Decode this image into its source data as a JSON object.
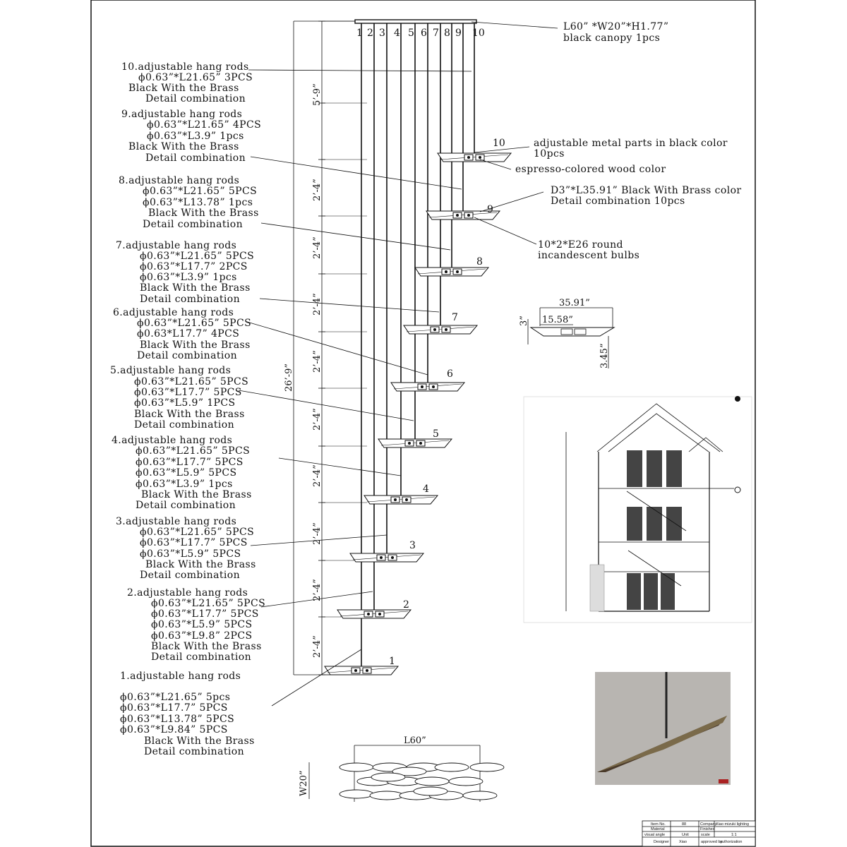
{
  "canopy": {
    "rod_numbers": [
      "1",
      "2",
      "3",
      "4",
      "5",
      "6",
      "7",
      "8",
      "9",
      "10"
    ],
    "spec_line1": "L60” *W20”*H1.77”",
    "spec_line2": "black canopy 1pcs"
  },
  "dims": {
    "overall_height": "26’-9”",
    "top_drop": "5’-9”",
    "spacing": "2’-4”"
  },
  "callouts": {
    "metal_label": "10",
    "metal_line1": "adjustable metal parts in black color",
    "metal_line2": "10pcs",
    "wood": "espresso-colored wood  color",
    "fixture_label": "9",
    "fixture_line1": "D3”*L35.91” Black  With Brass color",
    "fixture_line2": "Detail combination 10pcs",
    "bulbs_line1": "10*2*E26 round",
    "bulbs_line2": "incandescent bulbs"
  },
  "fixture_numbers": [
    "1",
    "2",
    "3",
    "4",
    "5",
    "6",
    "7",
    "8"
  ],
  "rod_groups": [
    {
      "title": "10.adjustable hang rods",
      "lines": [
        "ϕ0.63”*L21.65”  3PCS",
        "Black With the Brass",
        "Detail combination"
      ]
    },
    {
      "title": "9.adjustable hang rods",
      "lines": [
        "ϕ0.63”*L21.65”  4PCS",
        "ϕ0.63”*L3.9”  1pcs",
        "Black With the Brass",
        "Detail combination"
      ]
    },
    {
      "title": "8.adjustable hang rods",
      "lines": [
        "ϕ0.63”*L21.65”  5PCS",
        "ϕ0.63”*L13.78”  1pcs",
        "Black With the Brass",
        "Detail combination"
      ]
    },
    {
      "title": "7.adjustable hang rods",
      "lines": [
        "ϕ0.63”*L21.65”  5PCS",
        "ϕ0.63”*L17.7”  2PCS",
        "ϕ0.63”*L3.9”  1pcs",
        "Black With the Brass",
        "Detail combination"
      ]
    },
    {
      "title": "6.adjustable hang rods",
      "lines": [
        "ϕ0.63”*L21.65”  5PCS",
        "ϕ0.63*L17.7”  4PCS",
        "Black With the Brass",
        "Detail combination"
      ]
    },
    {
      "title": "5.adjustable hang rods",
      "lines": [
        "ϕ0.63”*L21.65”  5PCS",
        "ϕ0.63”*L17.7”  5PCS",
        "ϕ0.63”*L5.9”  1PCS",
        "Black With the Brass",
        "Detail combination"
      ]
    },
    {
      "title": "4.adjustable hang rods",
      "lines": [
        "ϕ0.63”*L21.65”  5PCS",
        "ϕ0.63”*L17.7”  5PCS",
        "ϕ0.63”*L5.9”  5PCS",
        "ϕ0.63”*L3.9”  1pcs",
        "Black With the Brass",
        "Detail combination"
      ]
    },
    {
      "title": "3.adjustable hang rods",
      "lines": [
        "ϕ0.63”*L21.65”  5PCS",
        "ϕ0.63”*L17.7”  5PCS",
        "ϕ0.63”*L5.9”  5PCS",
        "Black With the Brass",
        "Detail combination"
      ]
    },
    {
      "title": "2.adjustable hang rods",
      "lines": [
        "ϕ0.63”*L21.65”  5PCS",
        "ϕ0.63”*L17.7”  5PCS",
        "ϕ0.63”*L5.9”  5PCS",
        "ϕ0.63”*L9.8”  2PCS",
        "Black With the Brass",
        "Detail combination"
      ]
    },
    {
      "title": "1.adjustable hang rods",
      "lines": [
        "ϕ0.63”*L21.65”  5pcs",
        "ϕ0.63”*L17.7”  5PCS",
        "ϕ0.63”*L13.78”  5PCS",
        "ϕ0.63”*L9.84”  5PCS",
        "Black With the Brass",
        "Detail combination"
      ]
    }
  ],
  "detail": {
    "length": "35.91”",
    "inner": "15.58”",
    "height": "3”",
    "depth": "3.45”"
  },
  "plan": {
    "length": "L60”",
    "width": "W20”"
  },
  "title_block": {
    "item_no": "Item No.",
    "item_no_val": "88",
    "company": "Company",
    "company_val": "Xiao mizuki lighting",
    "material": "Material",
    "finished": "Finished",
    "visual_angle": "visual angle",
    "unit": "Unit",
    "scale": "scale",
    "scale_val": "1:1",
    "designer": "Designer",
    "designer_val": "Xiao",
    "approved": "approved by",
    "authorization": "authorization"
  }
}
